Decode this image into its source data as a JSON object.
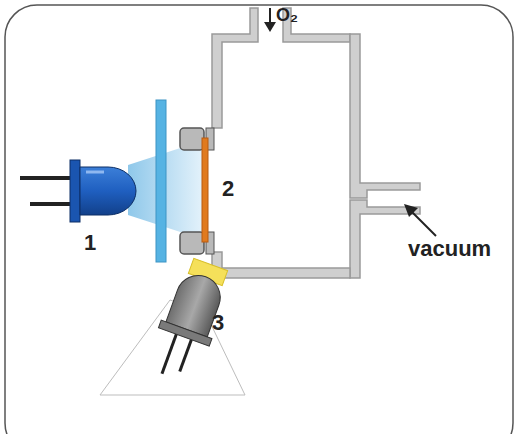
{
  "diagram": {
    "labels": [
      "O₂",
      "2",
      "1",
      "vacuum",
      "3"
    ]
  }
}
